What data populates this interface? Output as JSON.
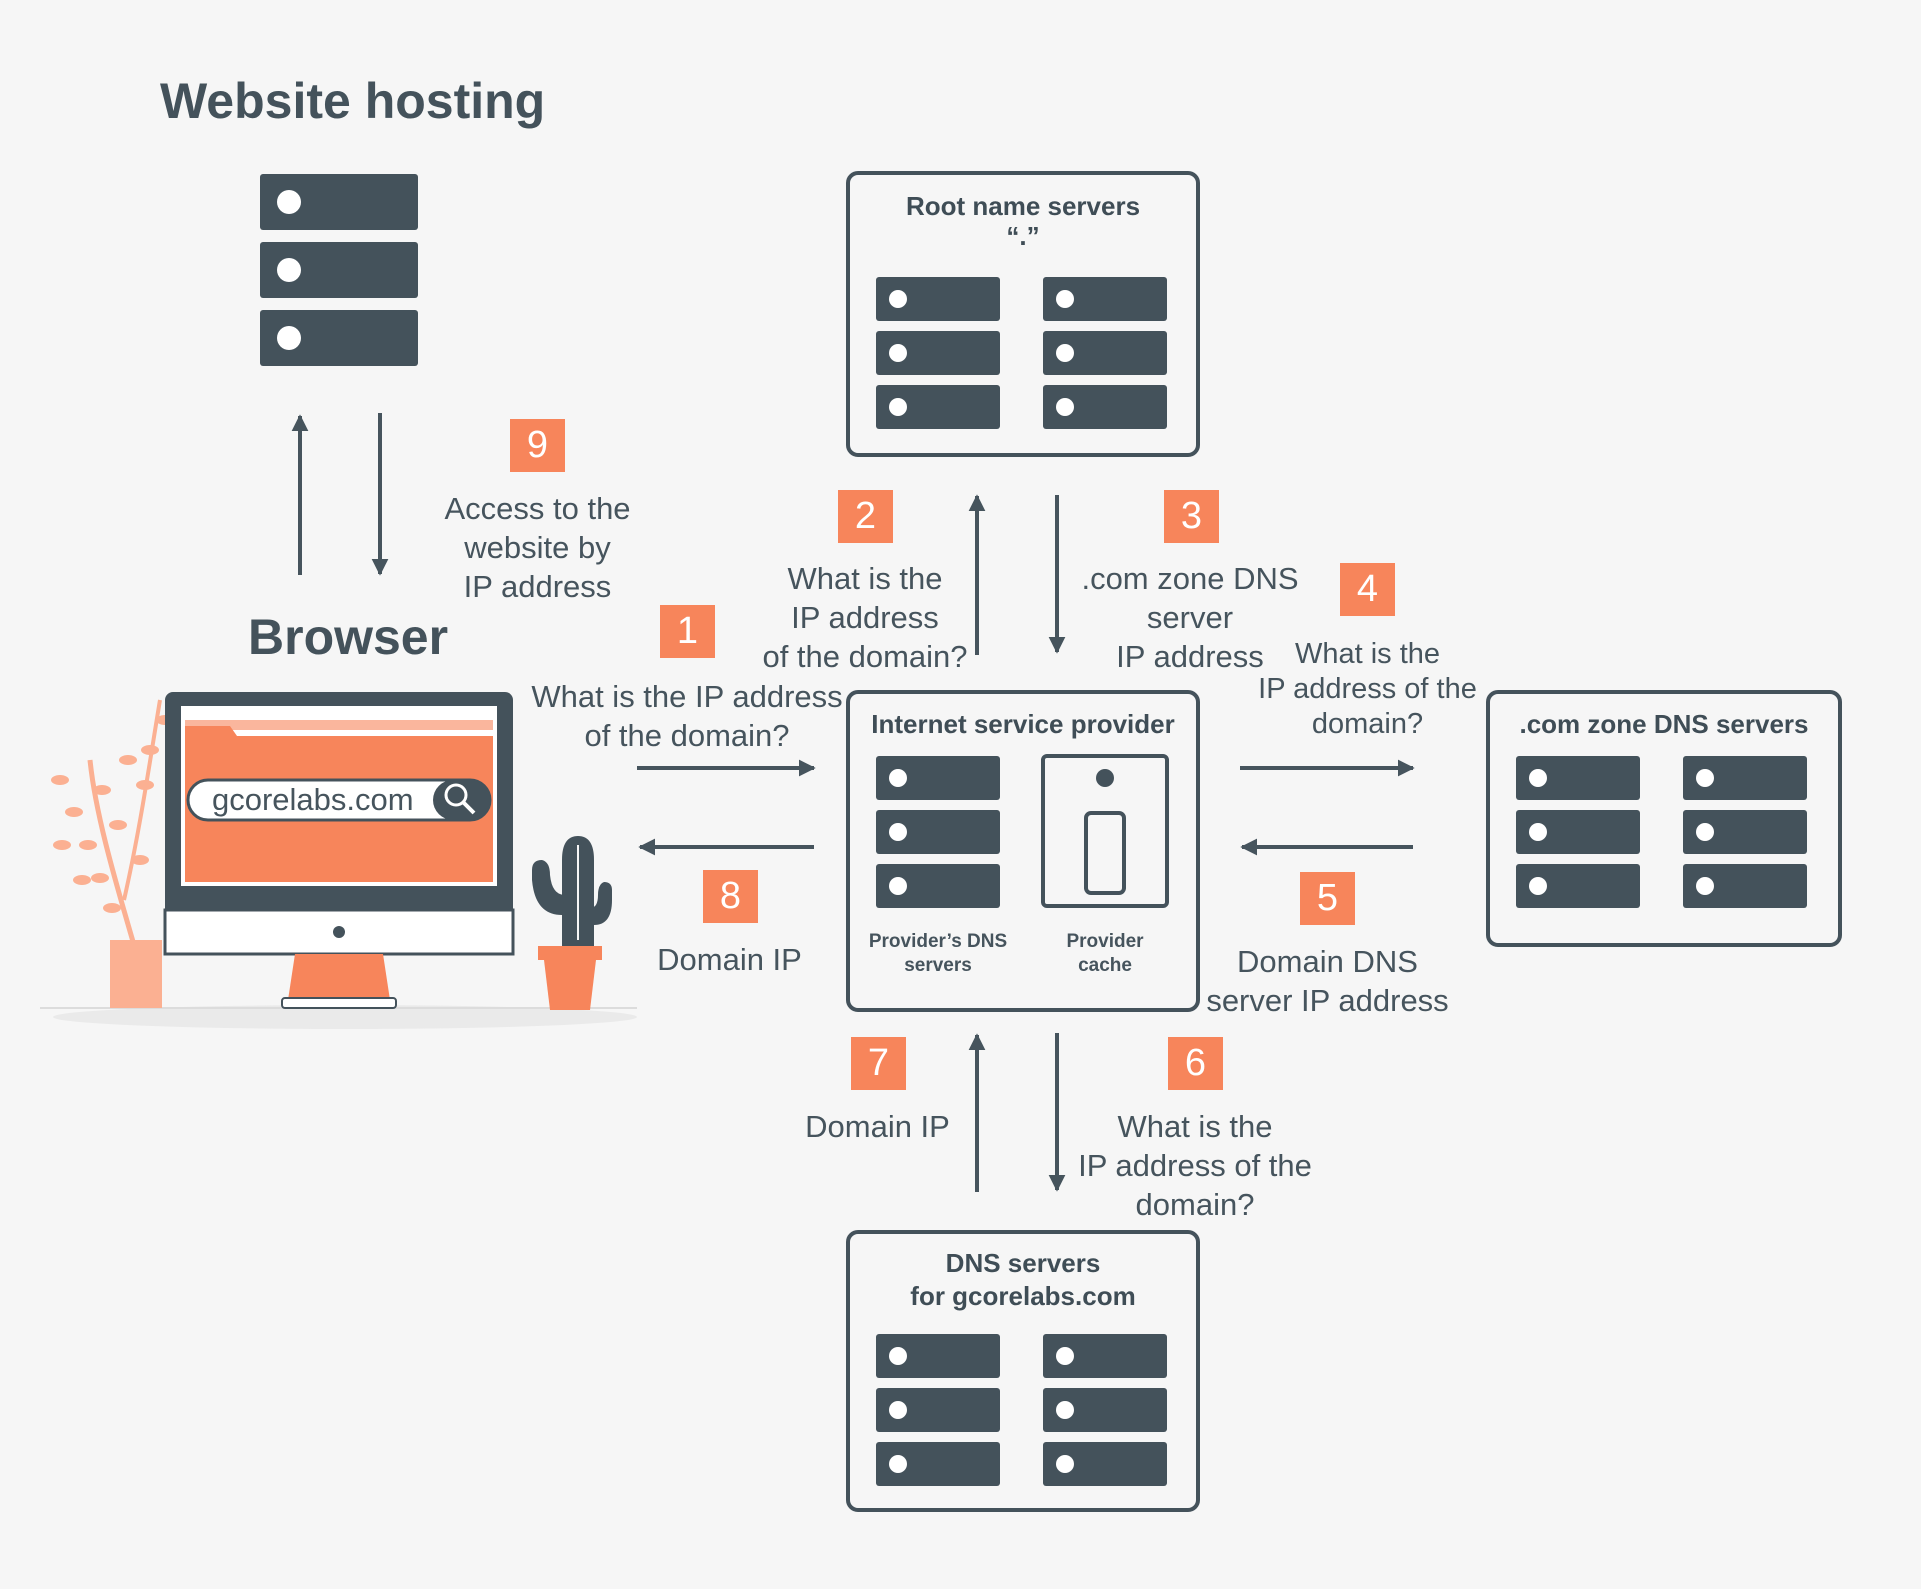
{
  "title": "Website hosting",
  "browser_label": "Browser",
  "search_text": "gcorelabs.com",
  "boxes": {
    "root": {
      "title": "Root name servers",
      "subtitle": "“.”"
    },
    "isp": {
      "title": "Internet service provider",
      "dns_label": "Provider’s DNS\nservers",
      "cache_label": "Provider\ncache"
    },
    "com": {
      "title": ".com zone DNS servers"
    },
    "gcore": {
      "title": "DNS servers\nfor gcorelabs.com"
    }
  },
  "steps": [
    {
      "number": "1",
      "text": "What is the IP address\nof the domain?"
    },
    {
      "number": "2",
      "text": "What is the\nIP address\nof the domain?"
    },
    {
      "number": "3",
      "text": ".com zone DNS\nserver\nIP address"
    },
    {
      "number": "4",
      "text": "What is the\nIP address of the\ndomain?"
    },
    {
      "number": "5",
      "text": "Domain DNS\nserver IP address"
    },
    {
      "number": "6",
      "text": "What is the\nIP address of the\ndomain?"
    },
    {
      "number": "7",
      "text": "Domain IP"
    },
    {
      "number": "8",
      "text": "Domain IP"
    },
    {
      "number": "9",
      "text": "Access to the\nwebsite by\nIP address"
    }
  ],
  "icons": [
    "server-rack-icon",
    "monitor-icon",
    "search-icon",
    "plant-icon",
    "cactus-icon",
    "phone-cache-icon",
    "arrow-icon"
  ],
  "colors": {
    "background": "#f6f6f6",
    "dark": "#44525b",
    "accent": "#f7855b",
    "light_accent": "#fbb092"
  }
}
